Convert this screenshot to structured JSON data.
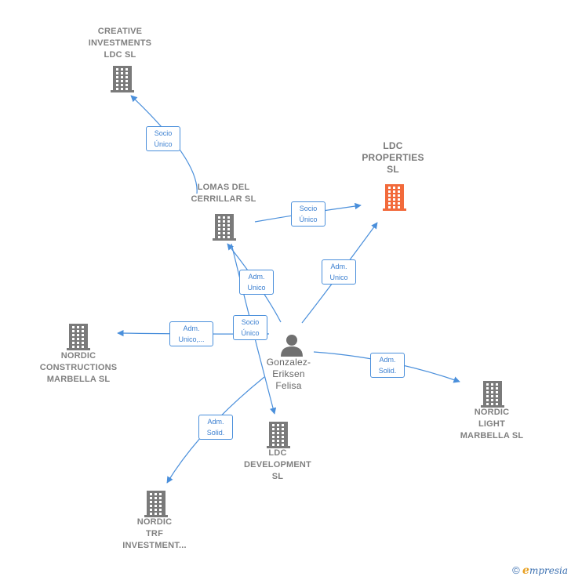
{
  "colors": {
    "edge": "#4a8fdb",
    "node_default": "#7a7a7a",
    "node_highlight": "#f26a3b",
    "person": "#707070"
  },
  "nodes": [
    {
      "id": "creative",
      "label": "CREATIVE\nINVESTMENTS\nLDC  SL",
      "icon": "building-icon",
      "highlight": false
    },
    {
      "id": "lomas",
      "label": "LOMAS DEL\nCERRILLAR SL",
      "icon": "building-icon",
      "highlight": false
    },
    {
      "id": "ldcprop",
      "label": "LDC\nPROPERTIES\nSL",
      "icon": "building-icon",
      "highlight": true
    },
    {
      "id": "nordiccons",
      "label": "NORDIC\nCONSTRUCTIONS\nMARBELLA  SL",
      "icon": "building-icon",
      "highlight": false
    },
    {
      "id": "gonzalez",
      "label": "Gonzalez-\nEriksen\nFelisa",
      "icon": "person-icon",
      "highlight": false
    },
    {
      "id": "nordiclight",
      "label": "NORDIC\nLIGHT\nMARBELLA  SL",
      "icon": "building-icon",
      "highlight": false
    },
    {
      "id": "ldcdev",
      "label": "LDC\nDEVELOPMENT\nSL",
      "icon": "building-icon",
      "highlight": false
    },
    {
      "id": "nordictrf",
      "label": "NORDIC\nTRF\nINVESTMENT...",
      "icon": "building-icon",
      "highlight": false
    }
  ],
  "edges": [
    {
      "from": "lomas",
      "to": "creative",
      "label": "Socio\nÚnico"
    },
    {
      "from": "lomas",
      "to": "ldcprop",
      "label": "Socio\nÚnico"
    },
    {
      "from": "gonzalez",
      "to": "ldcprop",
      "label": "Adm.\nUnico"
    },
    {
      "from": "gonzalez",
      "to": "lomas",
      "label": "Adm.\nUnico"
    },
    {
      "from": "gonzalez",
      "to": "nordiccons",
      "label": "Adm.\nUnico,..."
    },
    {
      "from": "lomas",
      "to": "ldcdev",
      "label": "Socio\nÚnico"
    },
    {
      "from": "gonzalez",
      "to": "nordiclight",
      "label": "Adm.\nSolid."
    },
    {
      "from": "gonzalez",
      "to": "nordictrf",
      "label": "Adm.\nSolid."
    }
  ],
  "footer": {
    "copyright": "©",
    "brand_initial": "e",
    "brand_rest": "mpresia"
  }
}
